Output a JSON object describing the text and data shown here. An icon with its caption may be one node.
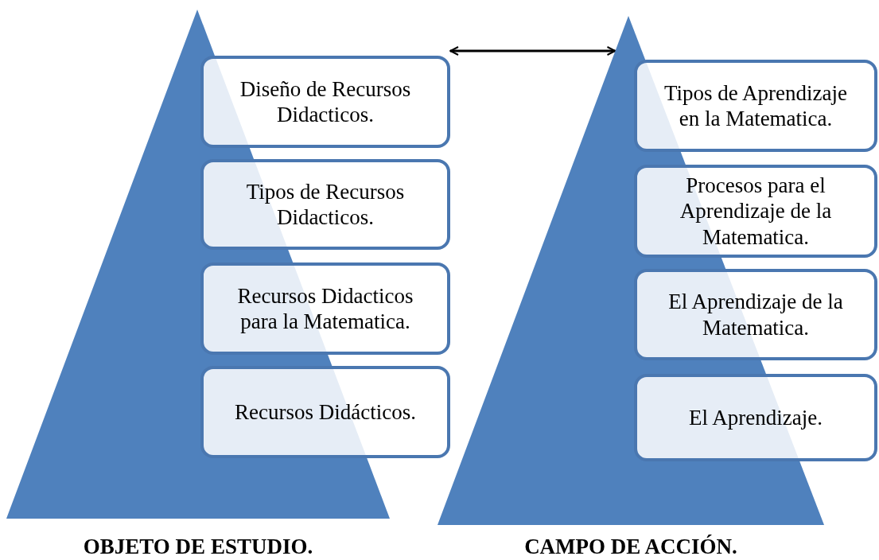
{
  "diagram": {
    "nodes": [
      {
        "text": [
          "OBJETO DE ESTUDIO."
        ]
      },
      {
        "text": [
          "Diseño de Recursos Didacticos."
        ]
      },
      {
        "text": [
          "Tipos de Recursos Didacticos."
        ]
      },
      {
        "text": [
          "Recursos Didacticos para la Matematica."
        ]
      },
      {
        "text": [
          "Recursos Didácticos."
        ]
      },
      {
        "text": [
          "CAMPO DE ACCIÓN."
        ]
      },
      {
        "text": [
          "Tipos de Aprendizaje en la Matematica."
        ]
      },
      {
        "text": [
          "Procesos para el Aprendizaje de la Matematica."
        ]
      },
      {
        "text": [
          "El Aprendizaje de la Matematica."
        ]
      },
      {
        "text": [
          "El Aprendizaje."
        ]
      }
    ],
    "edges": [
      {
        "from": 1,
        "to": 5,
        "arrow": "both"
      }
    ]
  }
}
